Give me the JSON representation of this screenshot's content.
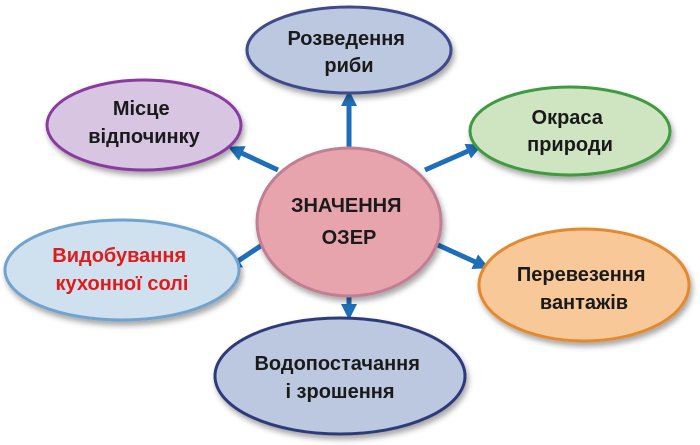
{
  "center": {
    "lines": [
      "ЗНАЧЕННЯ",
      "ОЗЕР"
    ],
    "text_color": "#1a1a1a",
    "fill_color": "#e8a4ac",
    "stroke_color": "#c07f93"
  },
  "nodes": [
    {
      "id": "fish-farming",
      "lines": [
        "Розведення",
        "риби"
      ],
      "text_color": "#1a1a1a",
      "fill_color": "#bcc8df",
      "stroke_color": "#3f4a8b"
    },
    {
      "id": "nature-decoration",
      "lines": [
        "Окраса",
        "природи"
      ],
      "text_color": "#1a1a1a",
      "fill_color": "#cfe5c2",
      "stroke_color": "#3f9a3f"
    },
    {
      "id": "cargo-transport",
      "lines": [
        "Перевезення",
        "вантажів"
      ],
      "text_color": "#1a1a1a",
      "fill_color": "#f8c898",
      "stroke_color": "#e48a2e"
    },
    {
      "id": "water-supply",
      "lines": [
        "Водопостачання",
        "і зрошення"
      ],
      "text_color": "#1a1a1a",
      "fill_color": "#bcc8df",
      "stroke_color": "#2f3a7a"
    },
    {
      "id": "salt-mining",
      "lines": [
        "Видобування",
        "кухонної солі"
      ],
      "text_color": "#e01b1b",
      "fill_color": "#cfe0ef",
      "stroke_color": "#6fa3cf"
    },
    {
      "id": "recreation-place",
      "lines": [
        "Місце",
        "відпочинку"
      ],
      "text_color": "#1a1a1a",
      "fill_color": "#d7c5e2",
      "stroke_color": "#8a3aa0"
    }
  ],
  "arrow_color": "#1f6fb8"
}
